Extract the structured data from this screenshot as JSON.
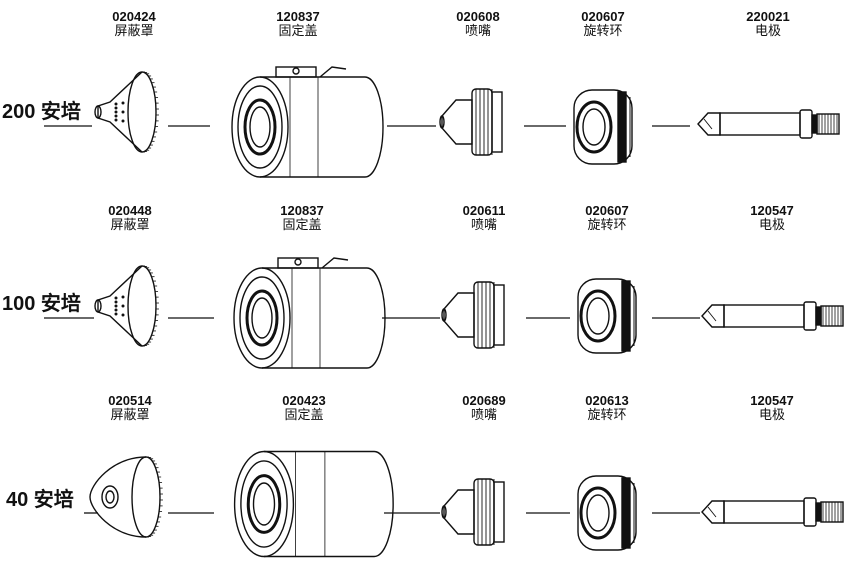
{
  "rows": [
    {
      "current_label": "200 安培",
      "parts": [
        {
          "part_no": "020424",
          "name": "屏蔽罩"
        },
        {
          "part_no": "120837",
          "name": "固定盖"
        },
        {
          "part_no": "020608",
          "name": "喷嘴"
        },
        {
          "part_no": "020607",
          "name": "旋转环"
        },
        {
          "part_no": "220021",
          "name": "电极"
        }
      ]
    },
    {
      "current_label": "100 安培",
      "parts": [
        {
          "part_no": "020448",
          "name": "屏蔽罩"
        },
        {
          "part_no": "120837",
          "name": "固定盖"
        },
        {
          "part_no": "020611",
          "name": "喷嘴"
        },
        {
          "part_no": "020607",
          "name": "旋转环"
        },
        {
          "part_no": "120547",
          "name": "电极"
        }
      ]
    },
    {
      "current_label": "40 安培",
      "parts": [
        {
          "part_no": "020514",
          "name": "屏蔽罩"
        },
        {
          "part_no": "020423",
          "name": "固定盖"
        },
        {
          "part_no": "020689",
          "name": "喷嘴"
        },
        {
          "part_no": "020613",
          "name": "旋转环"
        },
        {
          "part_no": "120547",
          "name": "电极"
        }
      ]
    }
  ]
}
